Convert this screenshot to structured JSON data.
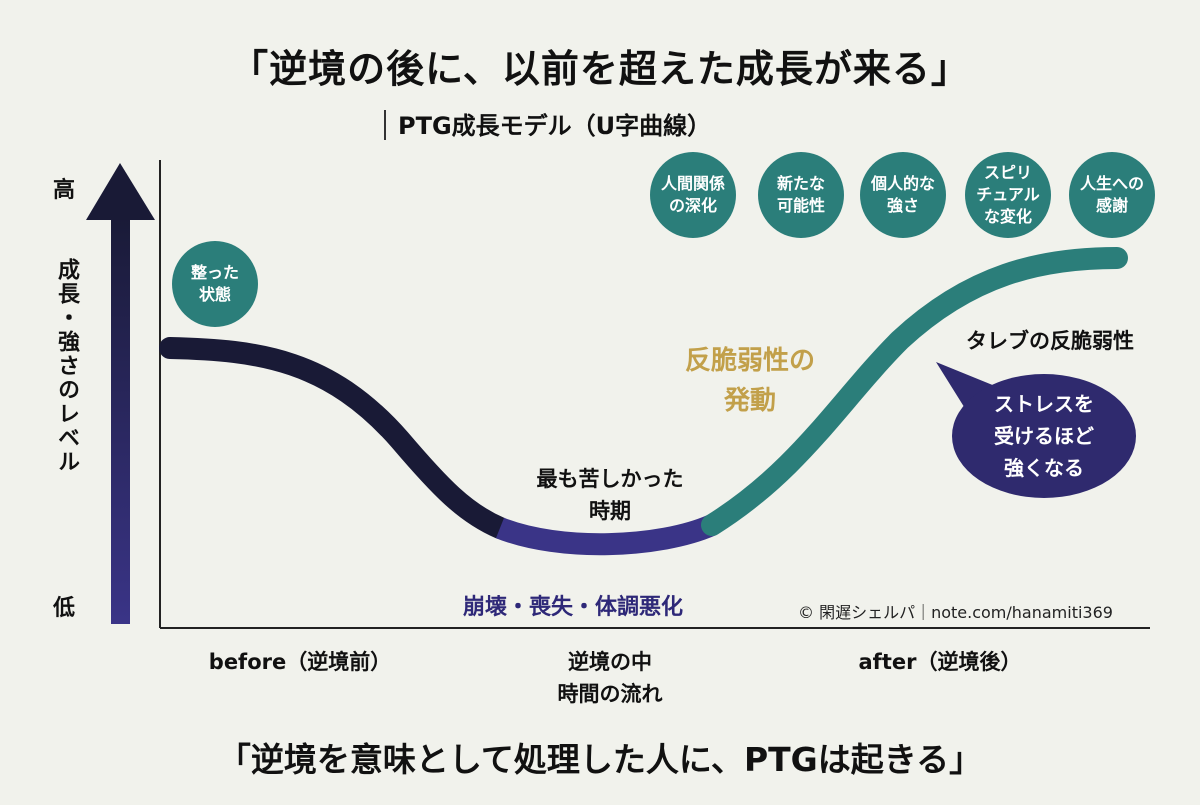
{
  "title": "「逆境の後に、以前を超えた成長が来る」",
  "subtitle": "PTG成長モデル（U字曲線）",
  "y_axis": {
    "high": "高",
    "low": "低",
    "label": "成長・強さのレベル"
  },
  "x_axis": {
    "before": "before（逆境前）",
    "middle": "逆境の中",
    "after": "after（逆境後）",
    "caption": "時間の流れ"
  },
  "before_bubble": "整った\n状態",
  "bottom_phase": {
    "label": "最も苦しかった\n時期",
    "sub": "崩壊・喪失・体調悪化"
  },
  "antifragile_label": "反脆弱性の\n発動",
  "taleb": {
    "heading": "タレブの反脆弱性",
    "speech": "ストレスを\n受けるほど\n強くなる"
  },
  "growth_domains": [
    "人間関係\nの深化",
    "新たな\n可能性",
    "個人的な\n強さ",
    "スピリ\nチュアル\nな変化",
    "人生への\n感謝"
  ],
  "credit": "© 閑遅シェルパ｜note.com/hanamiti369",
  "bottom_title": "「逆境を意味として処理した人に、PTGは起きる」",
  "colors": {
    "background": "#f1f2ec",
    "navy": "#191a36",
    "indigo": "#3a3487",
    "teal": "#2b7e7a",
    "gold": "#c2a04a"
  }
}
